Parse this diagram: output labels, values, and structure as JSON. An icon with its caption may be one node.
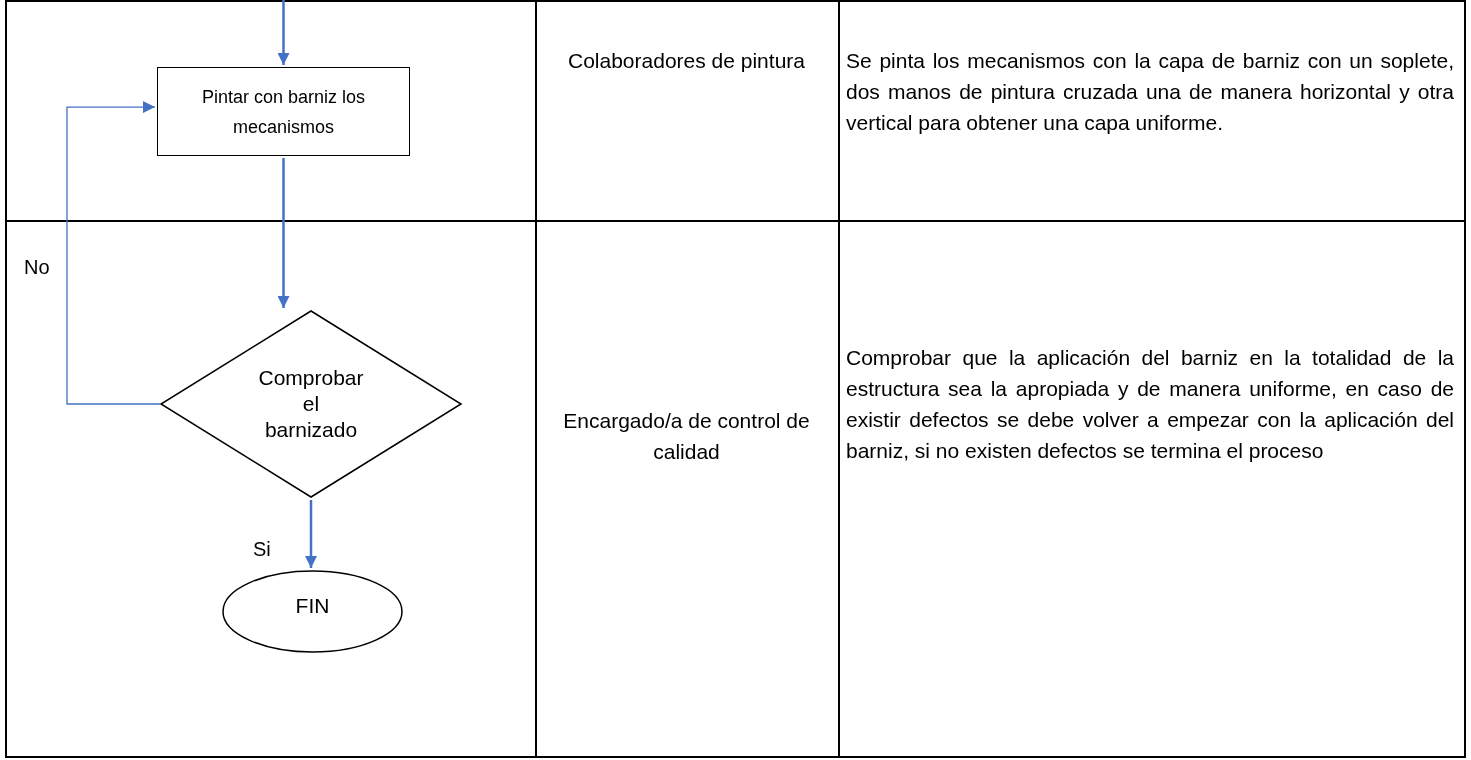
{
  "diagram": {
    "nodes": [
      {
        "text": [
          "Pintar con barniz los mecanismos"
        ]
      },
      {
        "text": [
          "Comprobar el barnizado"
        ]
      },
      {
        "text": [
          "FIN"
        ]
      }
    ],
    "edges": [
      {
        "from": null,
        "to": 0,
        "arrow": "to"
      },
      {
        "from": 0,
        "to": 1,
        "arrow": "to"
      },
      {
        "from": 1,
        "to": 0,
        "arrow": "to",
        "label": "No"
      },
      {
        "from": 1,
        "to": 2,
        "arrow": "to",
        "label": "Si"
      }
    ],
    "labels": [
      "Colaboradores de pintura",
      "Se pinta los mecanismos con la capa de barniz con un soplete, dos manos de pintura cruzada una de manera horizontal y otra vertical para obtener una capa uniforme.",
      "Encargado/a de control de calidad",
      "Comprobar que la aplicación del barniz en la totalidad de la estructura sea la apropiada y de manera uniforme, en caso de existir defectos se debe volver a empezar con la aplicación del barniz, si no existen defectos se termina el proceso"
    ]
  }
}
